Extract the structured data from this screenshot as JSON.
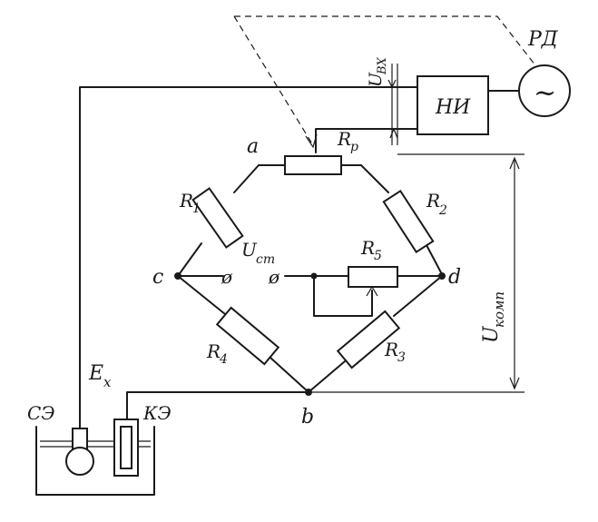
{
  "labels": {
    "rd": "РД",
    "ni": "НИ",
    "u_vx": "U",
    "u_vx_sub": "ВХ",
    "rp": "R",
    "rp_sub": "p",
    "node_a": "a",
    "node_b": "b",
    "node_c": "c",
    "node_d": "d",
    "r1": "R",
    "r1_sub": "1",
    "r2": "R",
    "r2_sub": "2",
    "r3": "R",
    "r3_sub": "3",
    "r4": "R",
    "r4_sub": "4",
    "r5": "R",
    "r5_sub": "5",
    "u_st": "U",
    "u_st_sub": "ст",
    "u_komp": "U",
    "u_komp_sub": "комп",
    "ex": "E",
    "ex_sub": "x",
    "se": "СЭ",
    "ke": "КЭ",
    "terminal_symbol": "ø",
    "ac_symbol": "~"
  }
}
